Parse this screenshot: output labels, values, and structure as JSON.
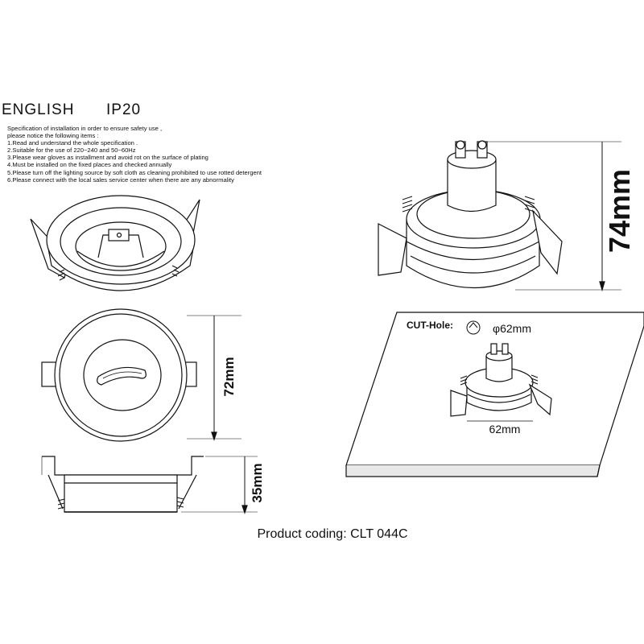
{
  "header": {
    "language": "ENGLISH",
    "ip_rating": "IP20"
  },
  "instructions": {
    "intro": "Specification of installation in order to ensure safety use ,",
    "notice": "please notice the following items :",
    "items": [
      "1.Read and understand the whole specification .",
      "2.Suitable for the use of 220~240 and 50~60Hz",
      "3.Please wear gloves as installment and avoid rot on the surface of plating",
      "4.Must be installed on the fixed places and checked annually",
      "5.Please turn off the lighting source by soft cloth as cleaning prohibited to use rotted detergent",
      "6.Please connect with the local sales service center when there are any abnormality"
    ]
  },
  "dimensions": {
    "height_total": "74mm",
    "diameter": "72mm",
    "depth": "35mm",
    "cut_hole_label": "CUT-Hole:",
    "cut_hole_value": "φ62mm",
    "cut_width": "62mm"
  },
  "product": {
    "coding": "Product coding: CLT 044C"
  }
}
